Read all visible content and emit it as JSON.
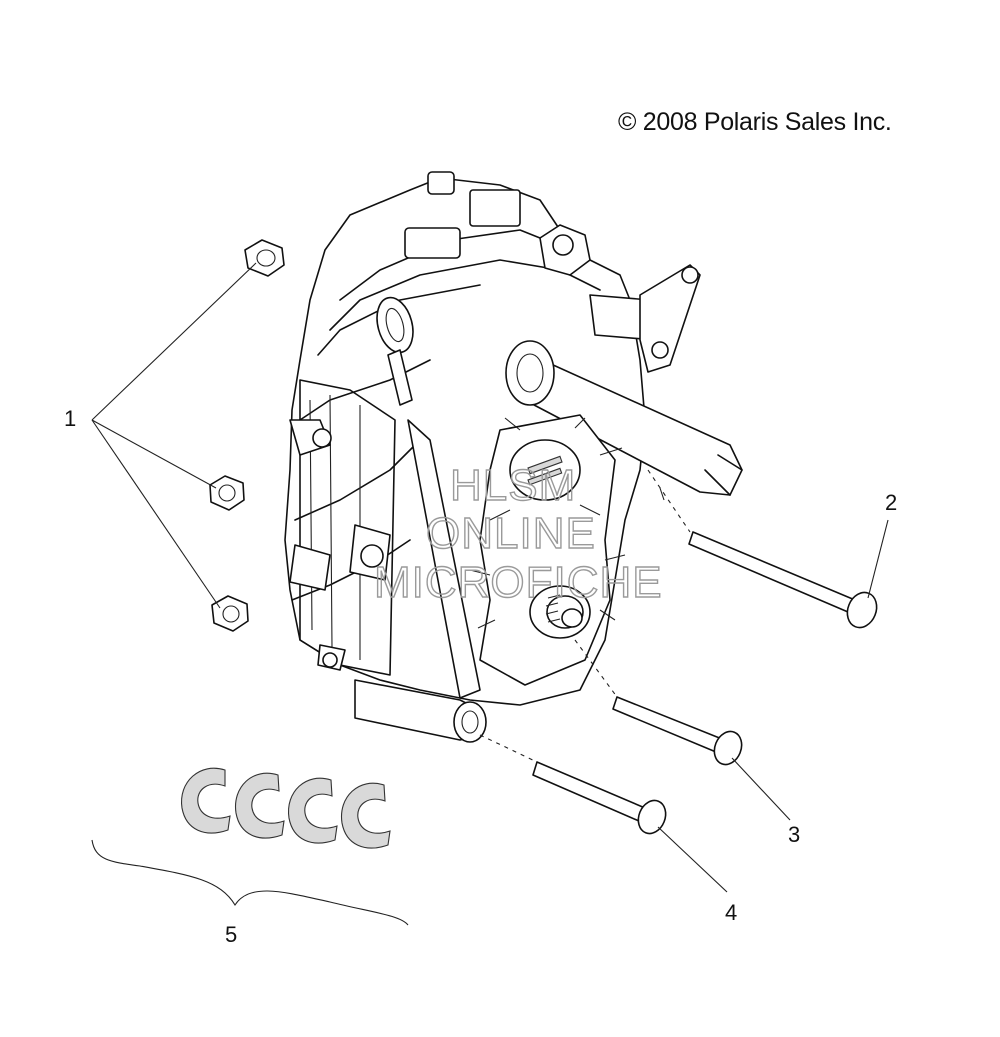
{
  "copyright": "© 2008 Polaris Sales Inc.",
  "callouts": [
    {
      "label": "1"
    },
    {
      "label": "2"
    },
    {
      "label": "3"
    },
    {
      "label": "4"
    },
    {
      "label": "5"
    }
  ],
  "watermark": [
    "HLSM",
    "ONLINE",
    "MICROFICHE"
  ]
}
